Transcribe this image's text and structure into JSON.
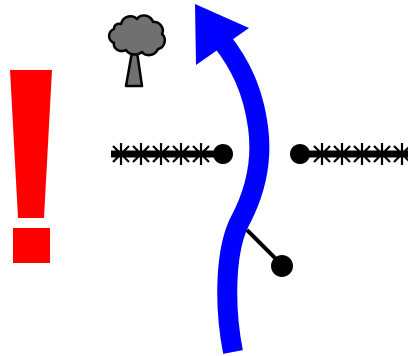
{
  "diagram": {
    "type": "sign-symbol",
    "elements": [
      {
        "name": "warning-exclamation",
        "label": ""
      },
      {
        "name": "tree-icon",
        "label": ""
      },
      {
        "name": "blue-route-arrow",
        "label": ""
      },
      {
        "name": "left-barrier",
        "label": ""
      },
      {
        "name": "right-barrier",
        "label": ""
      },
      {
        "name": "side-branch",
        "label": ""
      }
    ],
    "colors": {
      "background": "#ffffff",
      "exclamation": "#ff0000",
      "route": "#0000ff",
      "tree_fill": "#707070",
      "tree_outline": "#000000",
      "line": "#000000"
    }
  }
}
